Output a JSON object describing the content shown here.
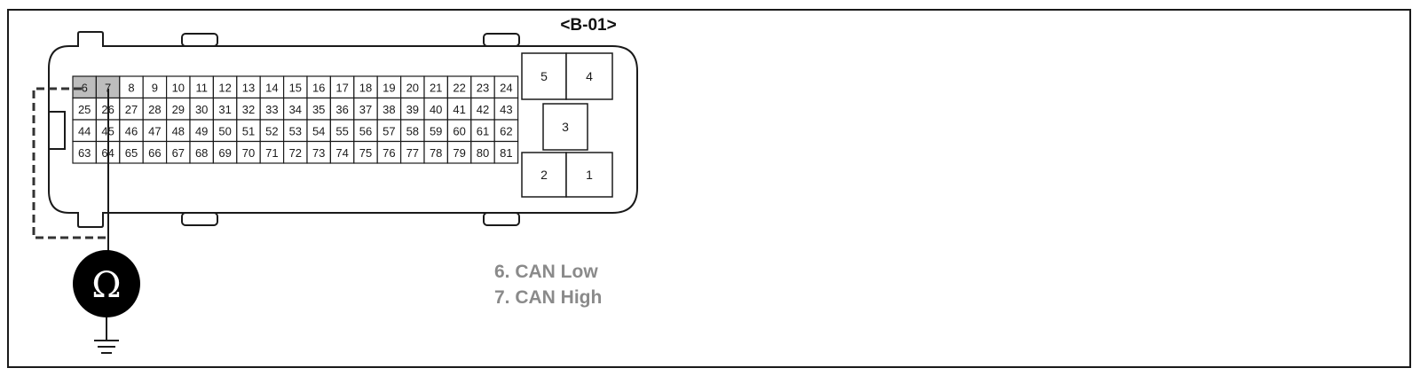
{
  "connector": {
    "code": "<B-01>",
    "small_pin_rows": [
      [
        "6",
        "7",
        "8",
        "9",
        "10",
        "11",
        "12",
        "13",
        "14",
        "15",
        "16",
        "17",
        "18",
        "19",
        "20",
        "21",
        "22",
        "23",
        "24"
      ],
      [
        "25",
        "26",
        "27",
        "28",
        "29",
        "30",
        "31",
        "32",
        "33",
        "34",
        "35",
        "36",
        "37",
        "38",
        "39",
        "40",
        "41",
        "42",
        "43"
      ],
      [
        "44",
        "45",
        "46",
        "47",
        "48",
        "49",
        "50",
        "51",
        "52",
        "53",
        "54",
        "55",
        "56",
        "57",
        "58",
        "59",
        "60",
        "61",
        "62"
      ],
      [
        "63",
        "64",
        "65",
        "66",
        "67",
        "68",
        "69",
        "70",
        "71",
        "72",
        "73",
        "74",
        "75",
        "76",
        "77",
        "78",
        "79",
        "80",
        "81"
      ]
    ],
    "highlighted_pins": [
      "6",
      "7"
    ],
    "large_pins": {
      "top_left": "5",
      "top_right": "4",
      "middle": "3",
      "bottom_left": "2",
      "bottom_right": "1"
    }
  },
  "meter": {
    "symbol": "Ω",
    "icon": "ohmmeter-icon",
    "ground_icon": "ground-icon"
  },
  "legend": [
    "6. CAN Low",
    "7. CAN High"
  ],
  "colors": {
    "highlight": "#bdbdbd",
    "line": "#1a1a1a",
    "legend": "#8a8a8a",
    "meter": "#000000"
  }
}
